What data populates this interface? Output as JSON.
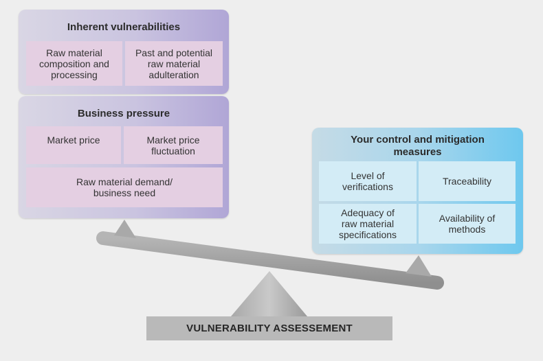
{
  "inherent": {
    "title": "Inherent vulnerabilities",
    "cells": [
      "Raw material composition and processing",
      "Past and potential raw material adulteration"
    ]
  },
  "business": {
    "title": "Business pressure",
    "cells": [
      "Market price",
      "Market price fluctuation",
      "Raw material demand/ business need"
    ]
  },
  "control": {
    "title": "Your control and mitigation measures",
    "cells": [
      "Level of verifications",
      "Traceability",
      "Adequacy of raw material specifications",
      "Availability of methods"
    ]
  },
  "base_label": "VULNERABILITY ASSESSEMENT",
  "colors": {
    "background": "#eeeeee",
    "purple_box": "#c4bde0",
    "purple_cell": "#e4cfe2",
    "blue_box": "#9fd6ee",
    "blue_cell": "#d3ecf6",
    "beam": "#a6a6a6",
    "base": "#b9b9b9"
  }
}
